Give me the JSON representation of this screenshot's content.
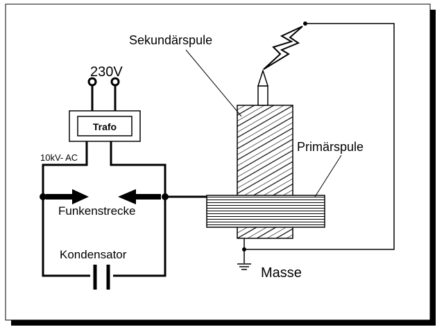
{
  "labels": {
    "voltage": "230V",
    "transformer": "Trafo",
    "hv_ac": "10kV- AC",
    "spark_gap": "Funkenstrecke",
    "capacitor": "Kondensator",
    "secondary_coil": "Sekundärspule",
    "primary_coil": "Primärspule",
    "ground": "Masse"
  },
  "colors": {
    "line": "#000000",
    "background": "#ffffff",
    "frame_shadow": "#000000"
  }
}
